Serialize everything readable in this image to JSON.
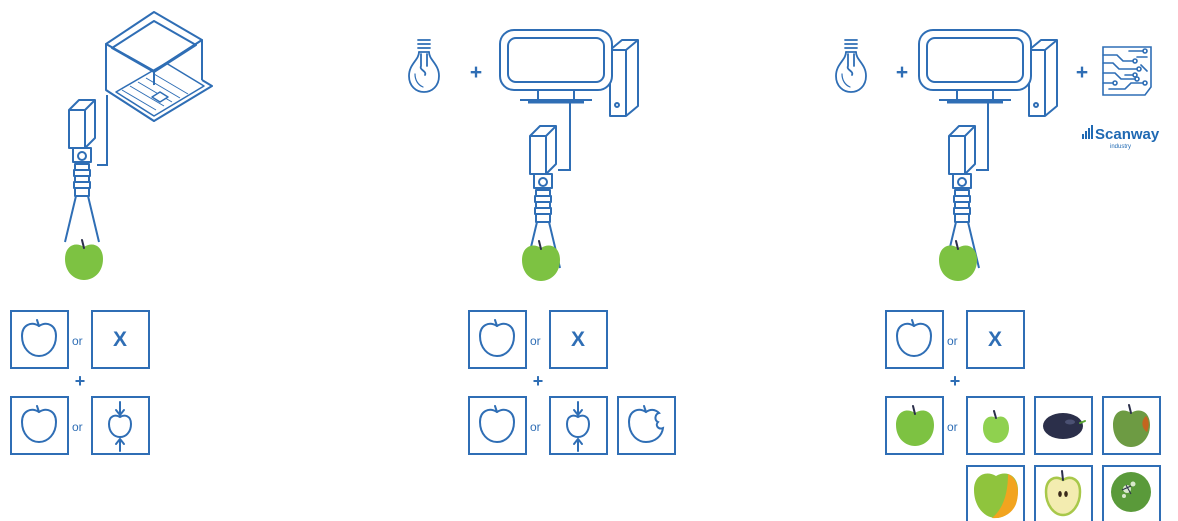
{
  "colors": {
    "line": "#2f6eb5",
    "apple_green": "#7dc242",
    "apple_green_dark": "#5aa832",
    "plum": "#2b2f4a",
    "orange": "#f2a41f",
    "logo_blue": "#1f69b3"
  },
  "icons": {
    "laptop": "laptop-icon",
    "camera": "camera-icon",
    "bulb": "lightbulb-icon",
    "pc": "desktop-computer-icon",
    "ai": "circuit-chip-icon",
    "apple": "apple-icon",
    "cross": "cross-icon"
  },
  "panels": [
    {
      "top_or": "or",
      "top_x": "X",
      "plus": "+",
      "bottom_or": "or"
    },
    {
      "plus_a": "+",
      "top_or": "or",
      "top_x": "X",
      "plus": "+",
      "bottom_or": "or"
    },
    {
      "plus_a": "+",
      "plus_b": "+",
      "top_or": "or",
      "top_x": "X",
      "plus": "+",
      "bottom_or": "or"
    }
  ],
  "logo": {
    "name": "Scanway",
    "sub": "industry"
  }
}
